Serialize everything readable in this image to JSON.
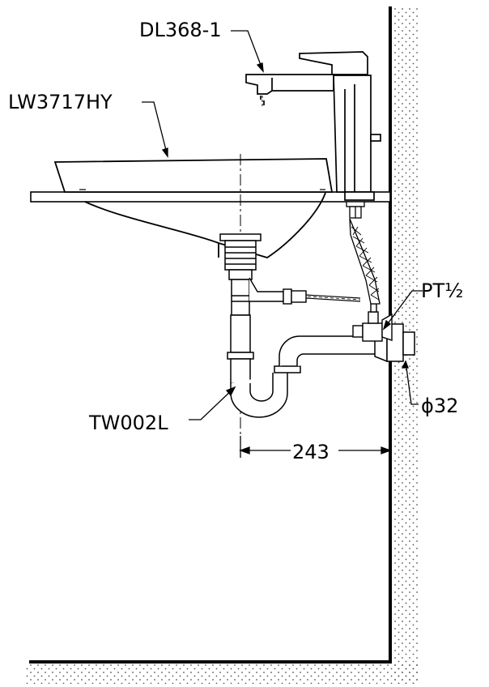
{
  "labels": {
    "faucet_model": "DL368-1",
    "basin_model": "LW3717HY",
    "trap_model": "TW002L",
    "supply_thread": "PT½",
    "drain_diameter": "ϕ32",
    "trap_offset_dimension": "243"
  },
  "colors": {
    "line": "#000000",
    "wall_stipple": "#555555",
    "background": "#ffffff"
  }
}
